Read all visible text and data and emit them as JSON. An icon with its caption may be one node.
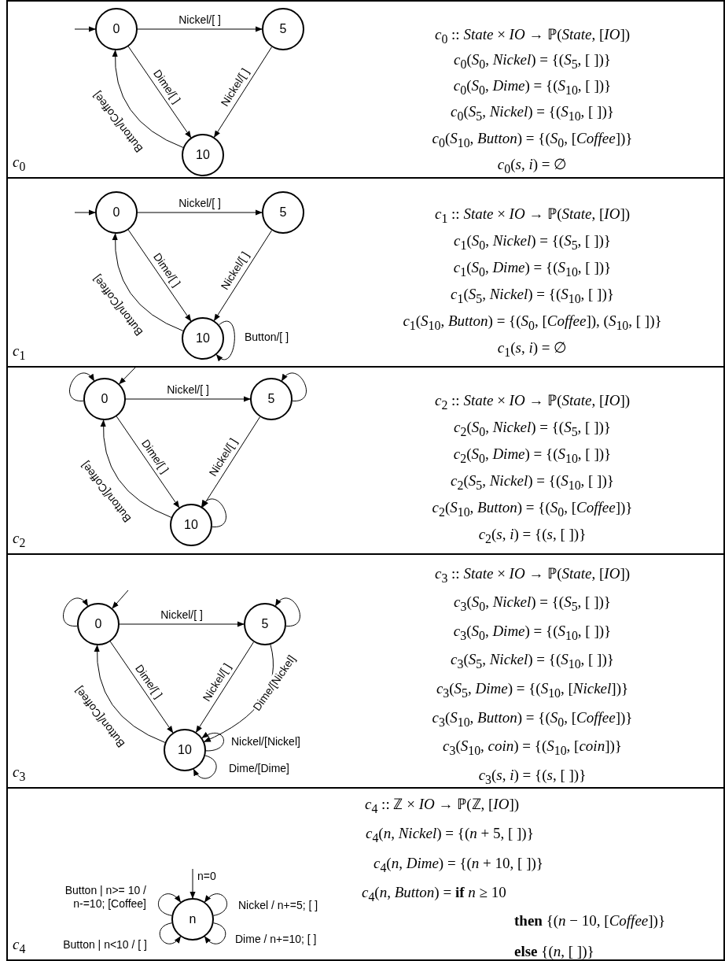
{
  "diagram": {
    "nodes": [
      {
        "text": [
          "*c*$_{0}$",
          "*c*$_{0}$ :: *State* × *IO* → ℙ(*State*, [*IO*])",
          "*c*$_{0}$(*S*$_{0}$, *Nickel*) = {(*S*$_{5}$, [ ])}",
          "*c*$_{0}$(*S*$_{0}$, *Dime*) = {(*S*$_{10}$, [ ])}",
          "*c*$_{0}$(*S*$_{5}$, *Nickel*) = {(*S*$_{10}$, [ ])}",
          "*c*$_{0}$(*S*$_{10}$, *Button*) = {(*S*$_{0}$, [*Coffee*])}",
          "*c*$_{0}$(*s*, *i*) = ∅"
        ]
      },
      {
        "text": [
          "0"
        ],
        "in": 0
      },
      {
        "text": [
          "5"
        ],
        "in": 0
      },
      {
        "text": [
          "10"
        ],
        "in": 0
      },
      {
        "text": [
          "*c*$_{1}$",
          "*c*$_{1}$ :: *State* × *IO* → ℙ(*State*, [*IO*])",
          "*c*$_{1}$(*S*$_{0}$, *Nickel*) = {(*S*$_{5}$, [ ])}",
          "*c*$_{1}$(*S*$_{0}$, *Dime*) = {(*S*$_{10}$, [ ])}",
          "*c*$_{1}$(*S*$_{5}$, *Nickel*) = {(*S*$_{10}$, [ ])}",
          "*c*$_{1}$(*S*$_{10}$, *Button*) = {(*S*$_{0}$, [*Coffee*]), (*S*$_{10}$, [ ])}",
          "*c*$_{1}$(*s*, *i*) = ∅"
        ]
      },
      {
        "text": [
          "0"
        ],
        "in": 4
      },
      {
        "text": [
          "5"
        ],
        "in": 4
      },
      {
        "text": [
          "10"
        ],
        "in": 4
      },
      {
        "text": [
          "*c*$_{2}$",
          "*c*$_{2}$ :: *State* × *IO* → ℙ(*State*, [*IO*])",
          "*c*$_{2}$(*S*$_{0}$, *Nickel*) = {(*S*$_{5}$, [ ])}",
          "*c*$_{2}$(*S*$_{0}$, *Dime*) = {(*S*$_{10}$, [ ])}",
          "*c*$_{2}$(*S*$_{5}$, *Nickel*) = {(*S*$_{10}$, [ ])}",
          "*c*$_{2}$(*S*$_{10}$, *Button*) = {(*S*$_{0}$, [*Coffee*])}",
          "*c*$_{2}$(*s*, *i*) = {(*s*, [ ])}"
        ]
      },
      {
        "text": [
          "0"
        ],
        "in": 8
      },
      {
        "text": [
          "5"
        ],
        "in": 8
      },
      {
        "text": [
          "10"
        ],
        "in": 8
      },
      {
        "text": [
          "*c*$_{3}$",
          "*c*$_{3}$ :: *State* × *IO* → ℙ(*State*, [*IO*])",
          "*c*$_{3}$(*S*$_{0}$, *Nickel*) = {(*S*$_{5}$, [ ])}",
          "*c*$_{3}$(*S*$_{0}$, *Dime*) = {(*S*$_{10}$, [ ])}",
          "*c*$_{3}$(*S*$_{5}$, *Nickel*) = {(*S*$_{10}$, [ ])}",
          "*c*$_{3}$(*S*$_{5}$, *Dime*) = {(*S*$_{10}$, [*Nickel*])}",
          "*c*$_{3}$(*S*$_{10}$, *Button*) = {(*S*$_{0}$, [*Coffee*])}",
          "*c*$_{3}$(*S*$_{10}$, *coin*) = {(*S*$_{10}$, [*coin*])}",
          "*c*$_{3}$(*s*, *i*) = {(*s*, [ ])}"
        ]
      },
      {
        "text": [
          "0"
        ],
        "in": 12
      },
      {
        "text": [
          "5"
        ],
        "in": 12
      },
      {
        "text": [
          "10"
        ],
        "in": 12
      },
      {
        "text": [
          "*c*$_{4}$",
          "*c*$_{4}$ :: ℤ × *IO* → ℙ(ℤ, [*IO*])",
          "*c*$_{4}$(*n*, *Nickel*) = {(*n* + 5, [ ])}",
          "*c*$_{4}$(*n*, *Dime*) = {(*n* + 10, [ ])}",
          "*c*$_{4}$(*n*, *Button*) = **if** *n* ≥ 10",
          "**then** {(*n* − 10, [*Coffee*])}",
          "**else** {(*n*, [ ])}"
        ]
      },
      {
        "text": [
          "n"
        ],
        "in": 16
      }
    ],
    "edges": [
      {
        "from": null,
        "to": 1,
        "arrow": "to"
      },
      {
        "from": 1,
        "to": 2,
        "arrow": "to",
        "label": "Nickel/[ ]"
      },
      {
        "from": 1,
        "to": 3,
        "arrow": "to",
        "label": "Dime/[ ]"
      },
      {
        "from": 2,
        "to": 3,
        "arrow": "to",
        "label": "Nickel/[ ]"
      },
      {
        "from": 3,
        "to": 1,
        "arrow": "to",
        "label": "Button/[Coffee]"
      },
      {
        "from": null,
        "to": 5,
        "arrow": "to"
      },
      {
        "from": 5,
        "to": 6,
        "arrow": "to",
        "label": "Nickel/[ ]"
      },
      {
        "from": 5,
        "to": 7,
        "arrow": "to",
        "label": "Dime/[ ]"
      },
      {
        "from": 6,
        "to": 7,
        "arrow": "to",
        "label": "Nickel/[ ]"
      },
      {
        "from": 7,
        "to": 5,
        "arrow": "to",
        "label": "Button/[Coffee]"
      },
      {
        "from": 7,
        "to": 7,
        "arrow": "to",
        "label": "Button/[ ]"
      },
      {
        "from": null,
        "to": 9,
        "arrow": "to"
      },
      {
        "from": 9,
        "to": 10,
        "arrow": "to",
        "label": "Nickel/[ ]"
      },
      {
        "from": 9,
        "to": 11,
        "arrow": "to",
        "label": "Dime/[ ]"
      },
      {
        "from": 10,
        "to": 11,
        "arrow": "to",
        "label": "Nickel/[ ]"
      },
      {
        "from": 11,
        "to": 9,
        "arrow": "to",
        "label": "Button/[Coffee]"
      },
      {
        "from": 9,
        "to": 9,
        "arrow": "to"
      },
      {
        "from": 10,
        "to": 10,
        "arrow": "to"
      },
      {
        "from": 11,
        "to": 11,
        "arrow": "to"
      },
      {
        "from": null,
        "to": 13,
        "arrow": "to"
      },
      {
        "from": 13,
        "to": 14,
        "arrow": "to",
        "label": "Nickel/[ ]"
      },
      {
        "from": 13,
        "to": 15,
        "arrow": "to",
        "label": "Dime/[ ]"
      },
      {
        "from": 14,
        "to": 15,
        "arrow": "to",
        "label": "Nickel/[ ]"
      },
      {
        "from": 15,
        "to": 13,
        "arrow": "to",
        "label": "Button/[Coffee]"
      },
      {
        "from": 14,
        "to": 15,
        "arrow": "to",
        "label": "Dime/[Nickel]"
      },
      {
        "from": 13,
        "to": 13,
        "arrow": "to"
      },
      {
        "from": 14,
        "to": 14,
        "arrow": "to"
      },
      {
        "from": 15,
        "to": 15,
        "arrow": "to",
        "label": "Nickel/[Nickel]"
      },
      {
        "from": 15,
        "to": 15,
        "arrow": "to",
        "label": "Dime/[Dime]"
      },
      {
        "from": null,
        "to": 17,
        "arrow": "to",
        "label": "n=0"
      },
      {
        "from": 17,
        "to": 17,
        "arrow": "to",
        "label": "Button | n>= 10 / n-=10; [Coffee]"
      },
      {
        "from": 17,
        "to": 17,
        "arrow": "to",
        "label": "Nickel / n+=5; [ ]"
      },
      {
        "from": 17,
        "to": 17,
        "arrow": "to",
        "label": "Button | n<10 / [ ]"
      },
      {
        "from": 17,
        "to": 17,
        "arrow": "to",
        "label": "Dime / n+=10; [ ]"
      }
    ]
  }
}
